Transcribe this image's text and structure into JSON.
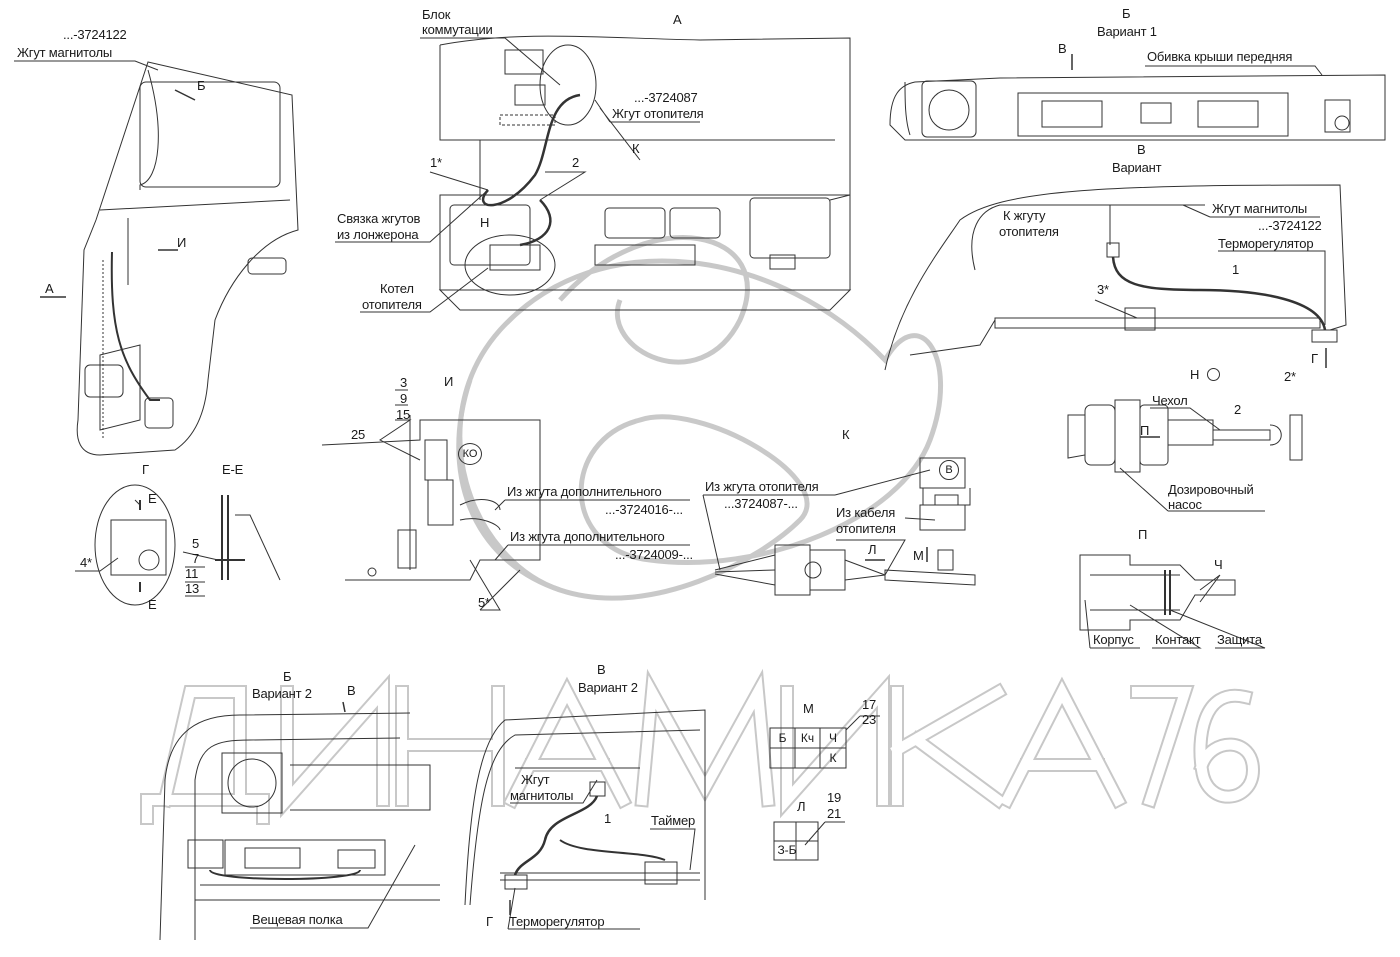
{
  "watermark": "ДИНАМИКА 76",
  "labels": {
    "pn_radio_left": "...-3724122",
    "radio_harness_left": "Жгут магнитолы",
    "view_b_arrow": "Б",
    "view_i_arrow": "И",
    "view_a_arrow": "А",
    "switch_block_1": "Блок",
    "switch_block_2": "коммутации",
    "view_a_title": "А",
    "pn_heater": "...-3724087",
    "heater_harness": "Жгут отопителя",
    "view_k_arrow": "К",
    "pos_1star": "1*",
    "pos_2": "2",
    "bundle_1": "Связка жгутов",
    "bundle_2": "из лонжерона",
    "view_n_arrow": "Н",
    "boiler_1": "Котел",
    "boiler_2": "отопителя",
    "view_b1_title": "Б",
    "variant_1": "Вариант 1",
    "view_v_arrow_top": "В",
    "roof_trim": "Обивка крыши передняя",
    "view_v_title": "В",
    "variant": "Вариант",
    "to_heater_1": "К жгуту",
    "to_heater_2": "отопителя",
    "radio_harness_right": "Жгут магнитолы",
    "pn_radio_right": "...-3724122",
    "thermoregulator_top": "Терморегулятор",
    "pos_1_right": "1",
    "pos_3star": "3*",
    "view_g_arrow_right": "Г",
    "view_n_title": "Н",
    "pos_2star": "2*",
    "cover": "Чехол",
    "pos_2_n": "2",
    "view_p_arrow": "П",
    "pump_1": "Дозировочный",
    "pump_2": "насос",
    "view_p_title": "П",
    "wire_ch": "Ч",
    "housing": "Корпус",
    "contact": "Контакт",
    "protection": "Защита",
    "view_i_title": "И",
    "pos_3": "3",
    "pos_9": "9",
    "pos_15": "15",
    "pos_25": "25",
    "ko_mark": "КО",
    "from_extra_1": "Из жгута дополнительного",
    "pn_3724016": "...-3724016-...",
    "from_extra_2": "Из жгута дополнительного",
    "pn_3724009": "...-3724009-...",
    "pos_5star": "5*",
    "view_k_title": "К",
    "from_heater_harness": "Из жгута отопителя",
    "pn_3724087_k": "...3724087-...",
    "v_mark": "В",
    "from_cable_1": "Из кабеля",
    "from_cable_2": "отопителя",
    "view_l_arrow": "Л",
    "view_m_arrow": "М",
    "view_g_title": "Г",
    "section_ee": "Е-Е",
    "section_e_top": "Е",
    "section_e_bottom": "Е",
    "pos_4star": "4*",
    "pos_5": "5",
    "pos_7": "7",
    "pos_11": "11",
    "pos_13": "13",
    "view_b2_title": "Б",
    "variant_2_left": "Вариант 2",
    "view_v_arrow_b2": "В",
    "view_v2_title": "В",
    "variant_2_right": "Вариант 2",
    "radio_harness_b_1": "Жгут",
    "radio_harness_b_2": "магнитолы",
    "pos_1_bottom": "1",
    "timer": "Таймер",
    "view_g_arrow_bottom": "Г",
    "thermoregulator_bottom": "Терморегулятор",
    "shelf": "Вещевая полка",
    "view_m_title": "М",
    "pos_17": "17",
    "pos_23": "23",
    "view_l_title": "Л",
    "pos_19": "19",
    "pos_21": "21"
  },
  "connector_m": [
    "Б",
    "Кч",
    "Ч",
    "К"
  ],
  "connector_l": [
    "З-Б"
  ]
}
